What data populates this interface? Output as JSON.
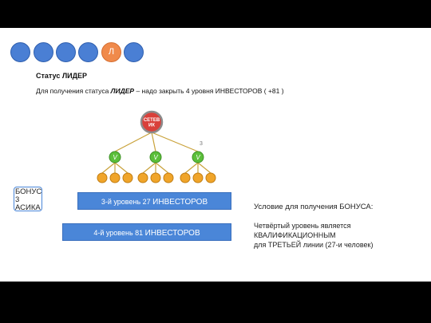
{
  "nav_circles": [
    {
      "label": "",
      "color": "#4a7fd4"
    },
    {
      "label": "",
      "color": "#4a7fd4"
    },
    {
      "label": "",
      "color": "#4a7fd4"
    },
    {
      "label": "",
      "color": "#4a7fd4"
    },
    {
      "label": "Л",
      "color": "#f08a4b"
    },
    {
      "label": "",
      "color": "#4a7fd4"
    }
  ],
  "status": {
    "title": "Статус ЛИДЕР",
    "desc_prefix": "Для получения статуса ",
    "desc_bold": "ЛИДЕР",
    "desc_suffix": " – надо закрыть 4 уровня ИНВЕСТОРОВ ( +81 )"
  },
  "tree": {
    "root_label": "СЕТЕВ ИК",
    "level1_letter": "V",
    "level1_count": 3,
    "level2_per_node": 3,
    "number_label": "3",
    "colors": {
      "root": "#d9403a",
      "level1": "#5bbf3a",
      "level2": "#f0a52a",
      "lines": "#c9a23a"
    }
  },
  "level3_bar": {
    "prefix": "3-й уровень 27 ",
    "suffix": "ИНВЕСТОРОВ"
  },
  "level4_bar": {
    "prefix": "4-й уровень 81 ",
    "suffix": "ИНВЕСТОРОВ"
  },
  "bonus_box": {
    "line1": "БОНУС",
    "line2": "3",
    "line3": "АСИКА"
  },
  "condition": {
    "heading": "Условие для получения БОНУСА:",
    "line1": "Четвёртый уровень является",
    "line2": "КВАЛИФИКАЦИОННЫМ",
    "line3": "для ТРЕТЬЕЙ линии (27-и человек)"
  }
}
